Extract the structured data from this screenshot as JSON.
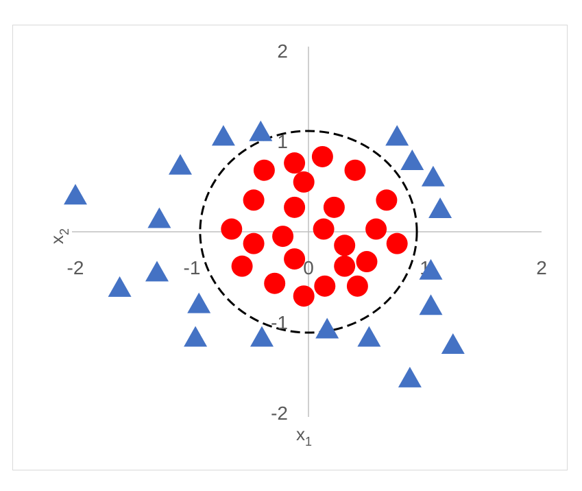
{
  "chart_data": {
    "type": "scatter",
    "title": "",
    "xlabel": "x",
    "xlabel_sub": "1",
    "ylabel": "x",
    "ylabel_sub": "2",
    "xlim": [
      -2,
      2
    ],
    "ylim": [
      -2,
      2
    ],
    "x_ticks": [
      -2,
      -1,
      0,
      1,
      2
    ],
    "y_ticks": [
      -2,
      -1,
      1,
      2
    ],
    "x_tick_labels": [
      "-2",
      "-1",
      "0",
      "1",
      "2"
    ],
    "y_tick_labels": [
      "-2",
      "-1",
      "1",
      "2"
    ],
    "grid": false,
    "boundary": {
      "shape": "circle",
      "center": [
        0,
        0
      ],
      "radius": 0.93,
      "style": "dashed"
    },
    "series": [
      {
        "marker": "triangle",
        "color": "#4472c4",
        "points": [
          [
            -2.0,
            0.4
          ],
          [
            -1.28,
            0.14
          ],
          [
            -1.1,
            0.73
          ],
          [
            -0.73,
            1.05
          ],
          [
            -0.41,
            1.1
          ],
          [
            -1.3,
            -0.45
          ],
          [
            -1.62,
            -0.62
          ],
          [
            -0.94,
            -0.8
          ],
          [
            -0.97,
            -1.17
          ],
          [
            -0.4,
            -1.17
          ],
          [
            0.76,
            1.05
          ],
          [
            0.89,
            0.78
          ],
          [
            1.07,
            0.6
          ],
          [
            1.13,
            0.25
          ],
          [
            1.05,
            -0.43
          ],
          [
            1.05,
            -0.82
          ],
          [
            0.16,
            -1.08
          ],
          [
            0.52,
            -1.17
          ],
          [
            1.24,
            -1.25
          ],
          [
            0.87,
            -1.62
          ]
        ]
      },
      {
        "marker": "circle",
        "color": "#ff0000",
        "points": [
          [
            0.12,
            0.83
          ],
          [
            -0.12,
            0.76
          ],
          [
            -0.38,
            0.68
          ],
          [
            0.4,
            0.68
          ],
          [
            -0.04,
            0.55
          ],
          [
            -0.47,
            0.35
          ],
          [
            -0.12,
            0.27
          ],
          [
            0.22,
            0.27
          ],
          [
            0.67,
            0.35
          ],
          [
            -0.66,
            0.03
          ],
          [
            -0.22,
            -0.05
          ],
          [
            0.13,
            0.03
          ],
          [
            0.58,
            0.03
          ],
          [
            -0.47,
            -0.13
          ],
          [
            0.31,
            -0.15
          ],
          [
            0.76,
            -0.13
          ],
          [
            -0.57,
            -0.38
          ],
          [
            -0.12,
            -0.3
          ],
          [
            0.31,
            -0.38
          ],
          [
            0.5,
            -0.33
          ],
          [
            -0.29,
            -0.57
          ],
          [
            -0.04,
            -0.71
          ],
          [
            0.14,
            -0.6
          ],
          [
            0.42,
            -0.6
          ]
        ]
      }
    ]
  }
}
